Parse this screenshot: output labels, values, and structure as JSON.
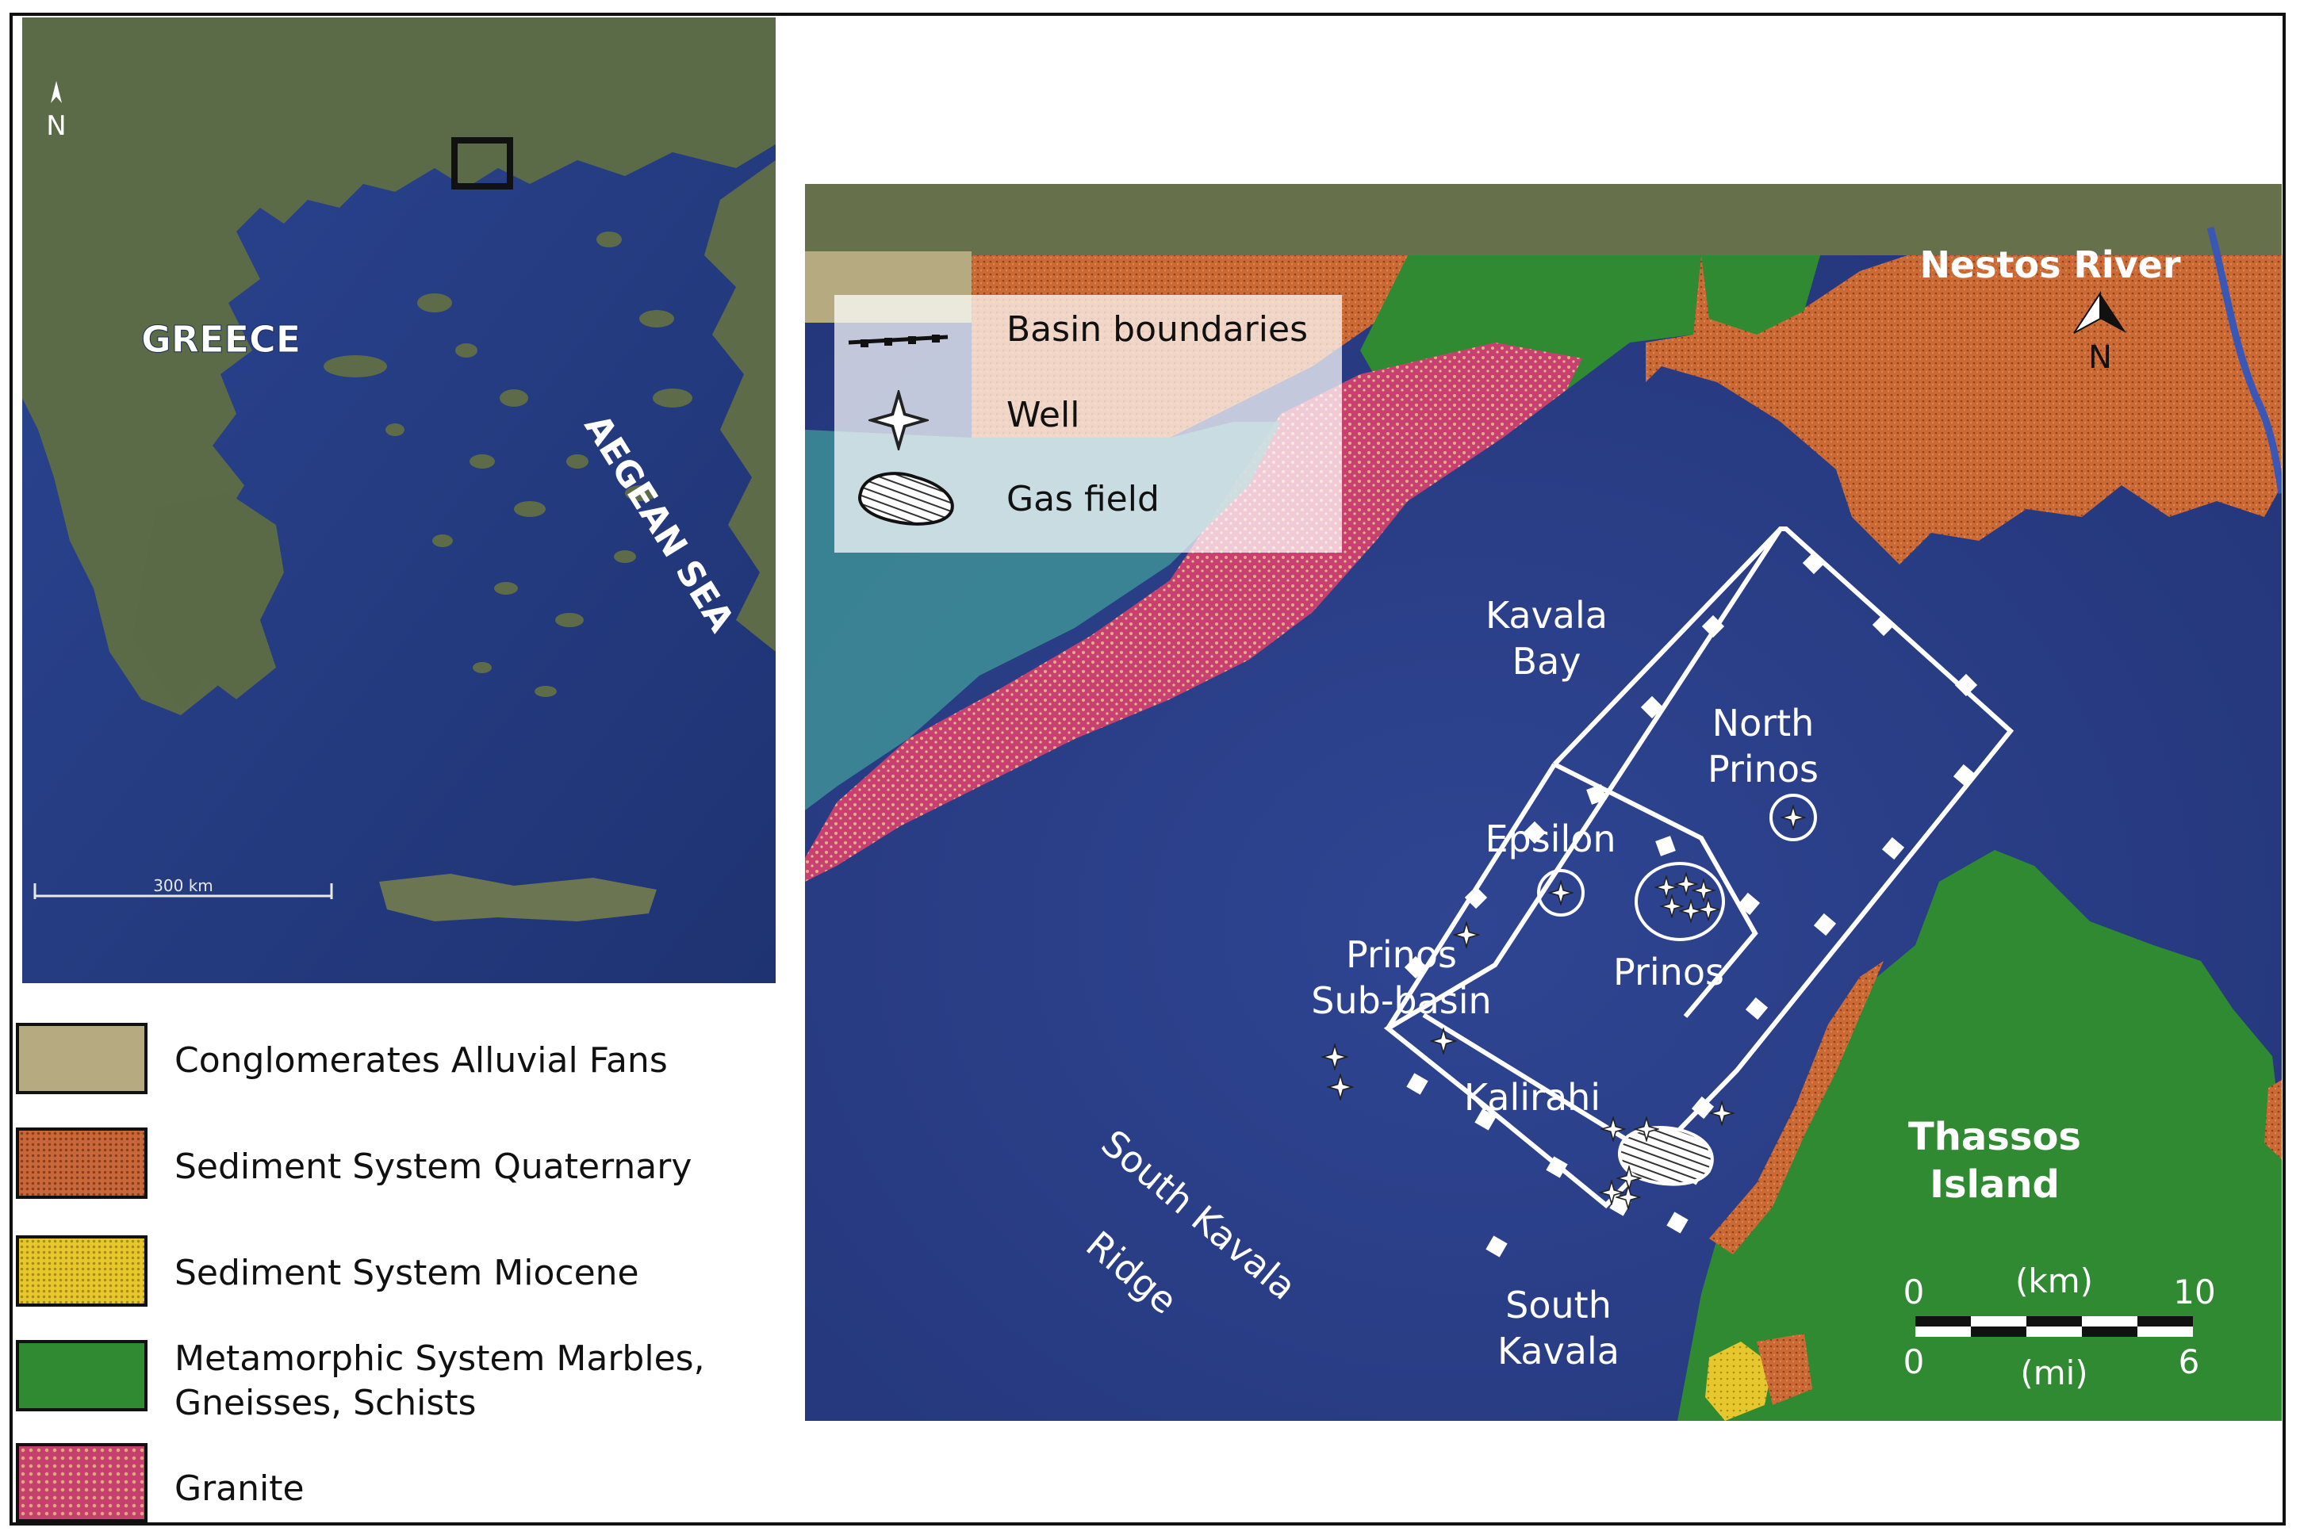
{
  "inset_map": {
    "label_country": "GREECE",
    "label_sea": "AEGEAN SEA",
    "north_label": "N",
    "scale_label": "300 km"
  },
  "main_map": {
    "north_label": "N",
    "river_label": "Nestos River",
    "labels": {
      "kavala_bay_line1": "Kavala",
      "kavala_bay_line2": "Bay",
      "north_prinos_line1": "North",
      "north_prinos_line2": "Prinos",
      "epsilon": "Epsilon",
      "prinos": "Prinos",
      "prinos_sub_line1": "Prinos",
      "prinos_sub_line2": "Sub-basin",
      "kalirahi": "Kalirahi",
      "south_kavala_ridge_line1": "South Kavala",
      "south_kavala_ridge_line2": "Ridge",
      "south_kavala_line1": "South",
      "south_kavala_line2": "Kavala",
      "thassos_line1": "Thassos",
      "thassos_line2": "Island"
    },
    "scalebar": {
      "km_start": "0",
      "km_unit": "(km)",
      "km_end": "10",
      "mi_start": "0",
      "mi_unit": "(mi)",
      "mi_end": "6"
    },
    "overlay_legend": {
      "items": [
        "Basin boundaries",
        "Well",
        "Gas field"
      ]
    }
  },
  "lithology_legend": {
    "items": [
      {
        "label": "Conglomerates Alluvial Fans",
        "color": "#b6ab80"
      },
      {
        "label": "Sediment System Quaternary",
        "color": "#c8673a"
      },
      {
        "label": "Sediment System Miocene",
        "color": "#e6c72e"
      },
      {
        "label": "Metamorphic System Marbles,",
        "label2": "Gneisses, Schists",
        "color": "#2f8a31"
      },
      {
        "label": "Granite",
        "color": "#c6406e"
      }
    ]
  },
  "colors": {
    "sea": "#2a3f86",
    "sea_deep": "#243575",
    "land": "#5d6a45",
    "quaternary": "#c8673a",
    "metamorphic": "#2f8a31",
    "granite": "#c6406e",
    "conglomerate": "#b6ab80",
    "miocene": "#e6c72e",
    "teal": "#3a8f99",
    "boundary": "#ffffff",
    "river": "#3b57b5"
  }
}
